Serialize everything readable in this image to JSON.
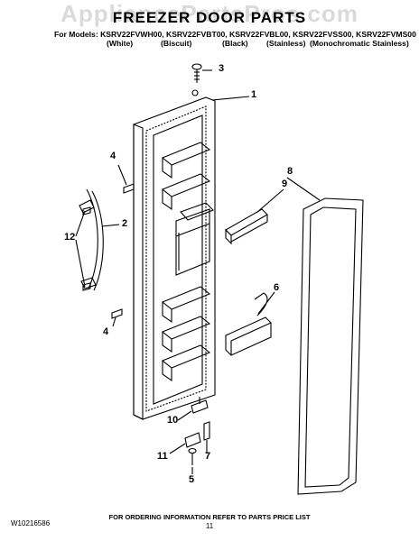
{
  "header": {
    "title": "FREEZER DOOR PARTS",
    "watermark": "AppliancePartsPros.com",
    "models_line": "For Models: KSRV22FVWH00, KSRV22FVBT00, KSRV22FVBL00, KSRV22FVSS00, KSRV22FVMS00",
    "variants": [
      "(White)",
      "(Biscuit)",
      "(Black)",
      "(Stainless)",
      "(Monochromatic Stainless)"
    ]
  },
  "callouts": [
    "1",
    "2",
    "3",
    "4",
    "4",
    "5",
    "6",
    "7",
    "8",
    "9",
    "10",
    "11",
    "12"
  ],
  "footer": {
    "doc_number": "W10216586",
    "note": "FOR ORDERING INFORMATION REFER TO PARTS PRICE LIST",
    "page": "11"
  }
}
